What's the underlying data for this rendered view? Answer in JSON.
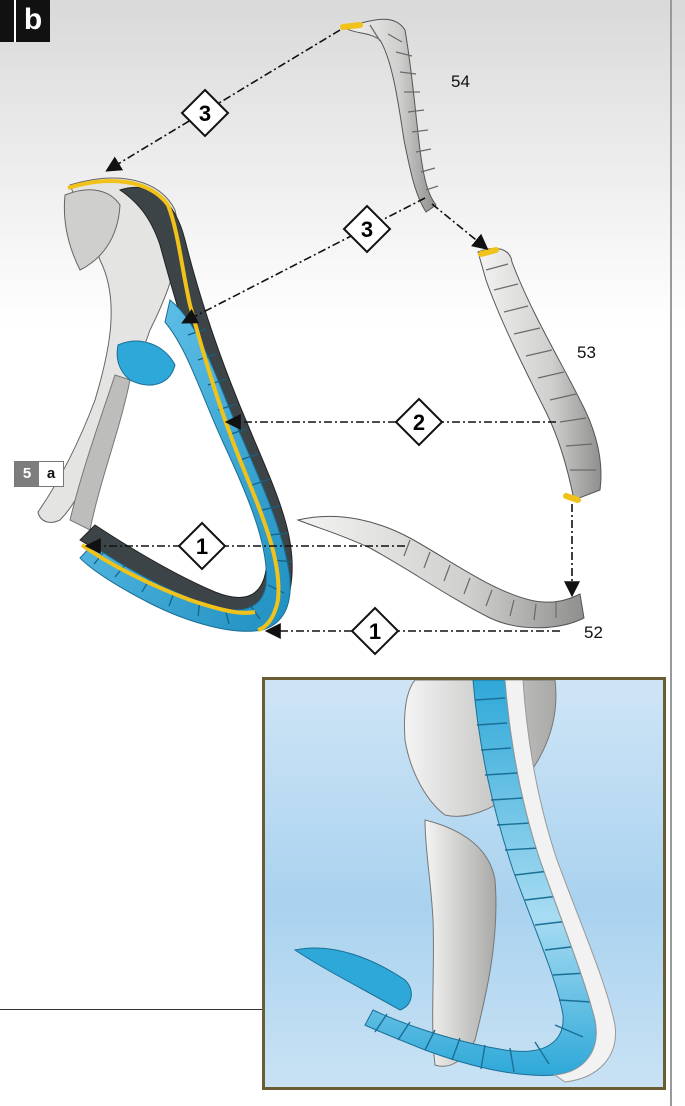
{
  "step": {
    "number": "",
    "letter": "b"
  },
  "reference": {
    "number": "5",
    "letter": "a"
  },
  "parts": [
    {
      "id": "54",
      "label": "54"
    },
    {
      "id": "53",
      "label": "53"
    },
    {
      "id": "52",
      "label": "52"
    }
  ],
  "steps": [
    {
      "label": "3"
    },
    {
      "label": "3"
    },
    {
      "label": "2"
    },
    {
      "label": "1"
    },
    {
      "label": "1"
    }
  ],
  "colors": {
    "glue_highlight": "#f0c21a",
    "assembled_blue": "#2ea8d8",
    "bone": "#d8d8d6",
    "dark_core": "#3d4447",
    "inset_frame": "#6b5c34"
  }
}
